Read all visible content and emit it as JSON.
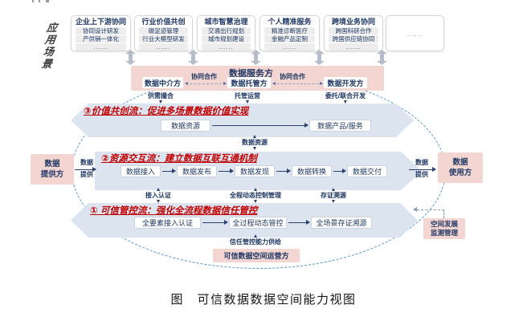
{
  "figure": {
    "caption": "图　可信数据数据空间能力视图"
  },
  "scene_section": {
    "label_chars": [
      "应",
      "用",
      "场",
      "景"
    ],
    "boxes": [
      {
        "title": "企业上下游协同",
        "items": [
          "协同设计研发",
          "产供销一体化",
          "......"
        ]
      },
      {
        "title": "行业价值共创",
        "items": [
          "碳足迹管理",
          "行业大模型研发",
          "......"
        ]
      },
      {
        "title": "城市智慧治理",
        "items": [
          "交通出行规划",
          "城市规划建设",
          "......"
        ]
      },
      {
        "title": "个人精准服务",
        "items": [
          "精准诊断医疗",
          "金融产品定制",
          "......"
        ]
      },
      {
        "title": "跨境业务协同",
        "items": [
          "跨国科研合作",
          "跨国供应链协同",
          "......"
        ]
      },
      {
        "title": "",
        "items": [
          "......"
        ]
      }
    ]
  },
  "service_panel": {
    "title": "数据服务方",
    "roles": [
      "数据中介方",
      "数据托管方",
      "数据开发方"
    ],
    "coop_label": "协同合作",
    "functions": [
      "供需撮合",
      "托管运营",
      "委托/联合开发"
    ]
  },
  "flows": {
    "value_flow": {
      "title": "③价值共创流：促进多场景数据价值实现",
      "nodes": [
        "数据资源",
        "数据产品/服务"
      ]
    },
    "resource_flow": {
      "title": "②资源交互流：建立数据互联互通机制",
      "nodes": [
        "数据接入",
        "数据发布",
        "数据发现",
        "数据转换",
        "数据交付"
      ]
    },
    "trust_flow": {
      "title": "① 可信管控流：强化全流程数据信任管控",
      "nodes": [
        "全要素接入认证",
        "全过程动态管控",
        "全场景存证溯源"
      ]
    }
  },
  "connectors": {
    "data_resource": "数据资源",
    "access_auth": "接入认证",
    "process_control": "全程动态控制管理",
    "evidence_trace": "存证溯源",
    "trust_supply": "信任管控能力供给"
  },
  "parties": {
    "provider_line1": "数据",
    "provider_line2": "提供方",
    "consumer_line1": "数据",
    "consumer_line2": "使用方",
    "operator": "可信数据空间运营方",
    "monitor_line1": "空间发展",
    "monitor_line2": "监测管理",
    "provide_arrow_line1": "数据",
    "provide_arrow_line2": "提供"
  },
  "colors": {
    "pink": "#f3d5d2",
    "band_blue": "#dce4f0",
    "navy": "#1f3864",
    "flow_title_red": "#c00000",
    "ellipse_blue": "#4a96d2",
    "gray_arrow": "#b6bcca"
  }
}
